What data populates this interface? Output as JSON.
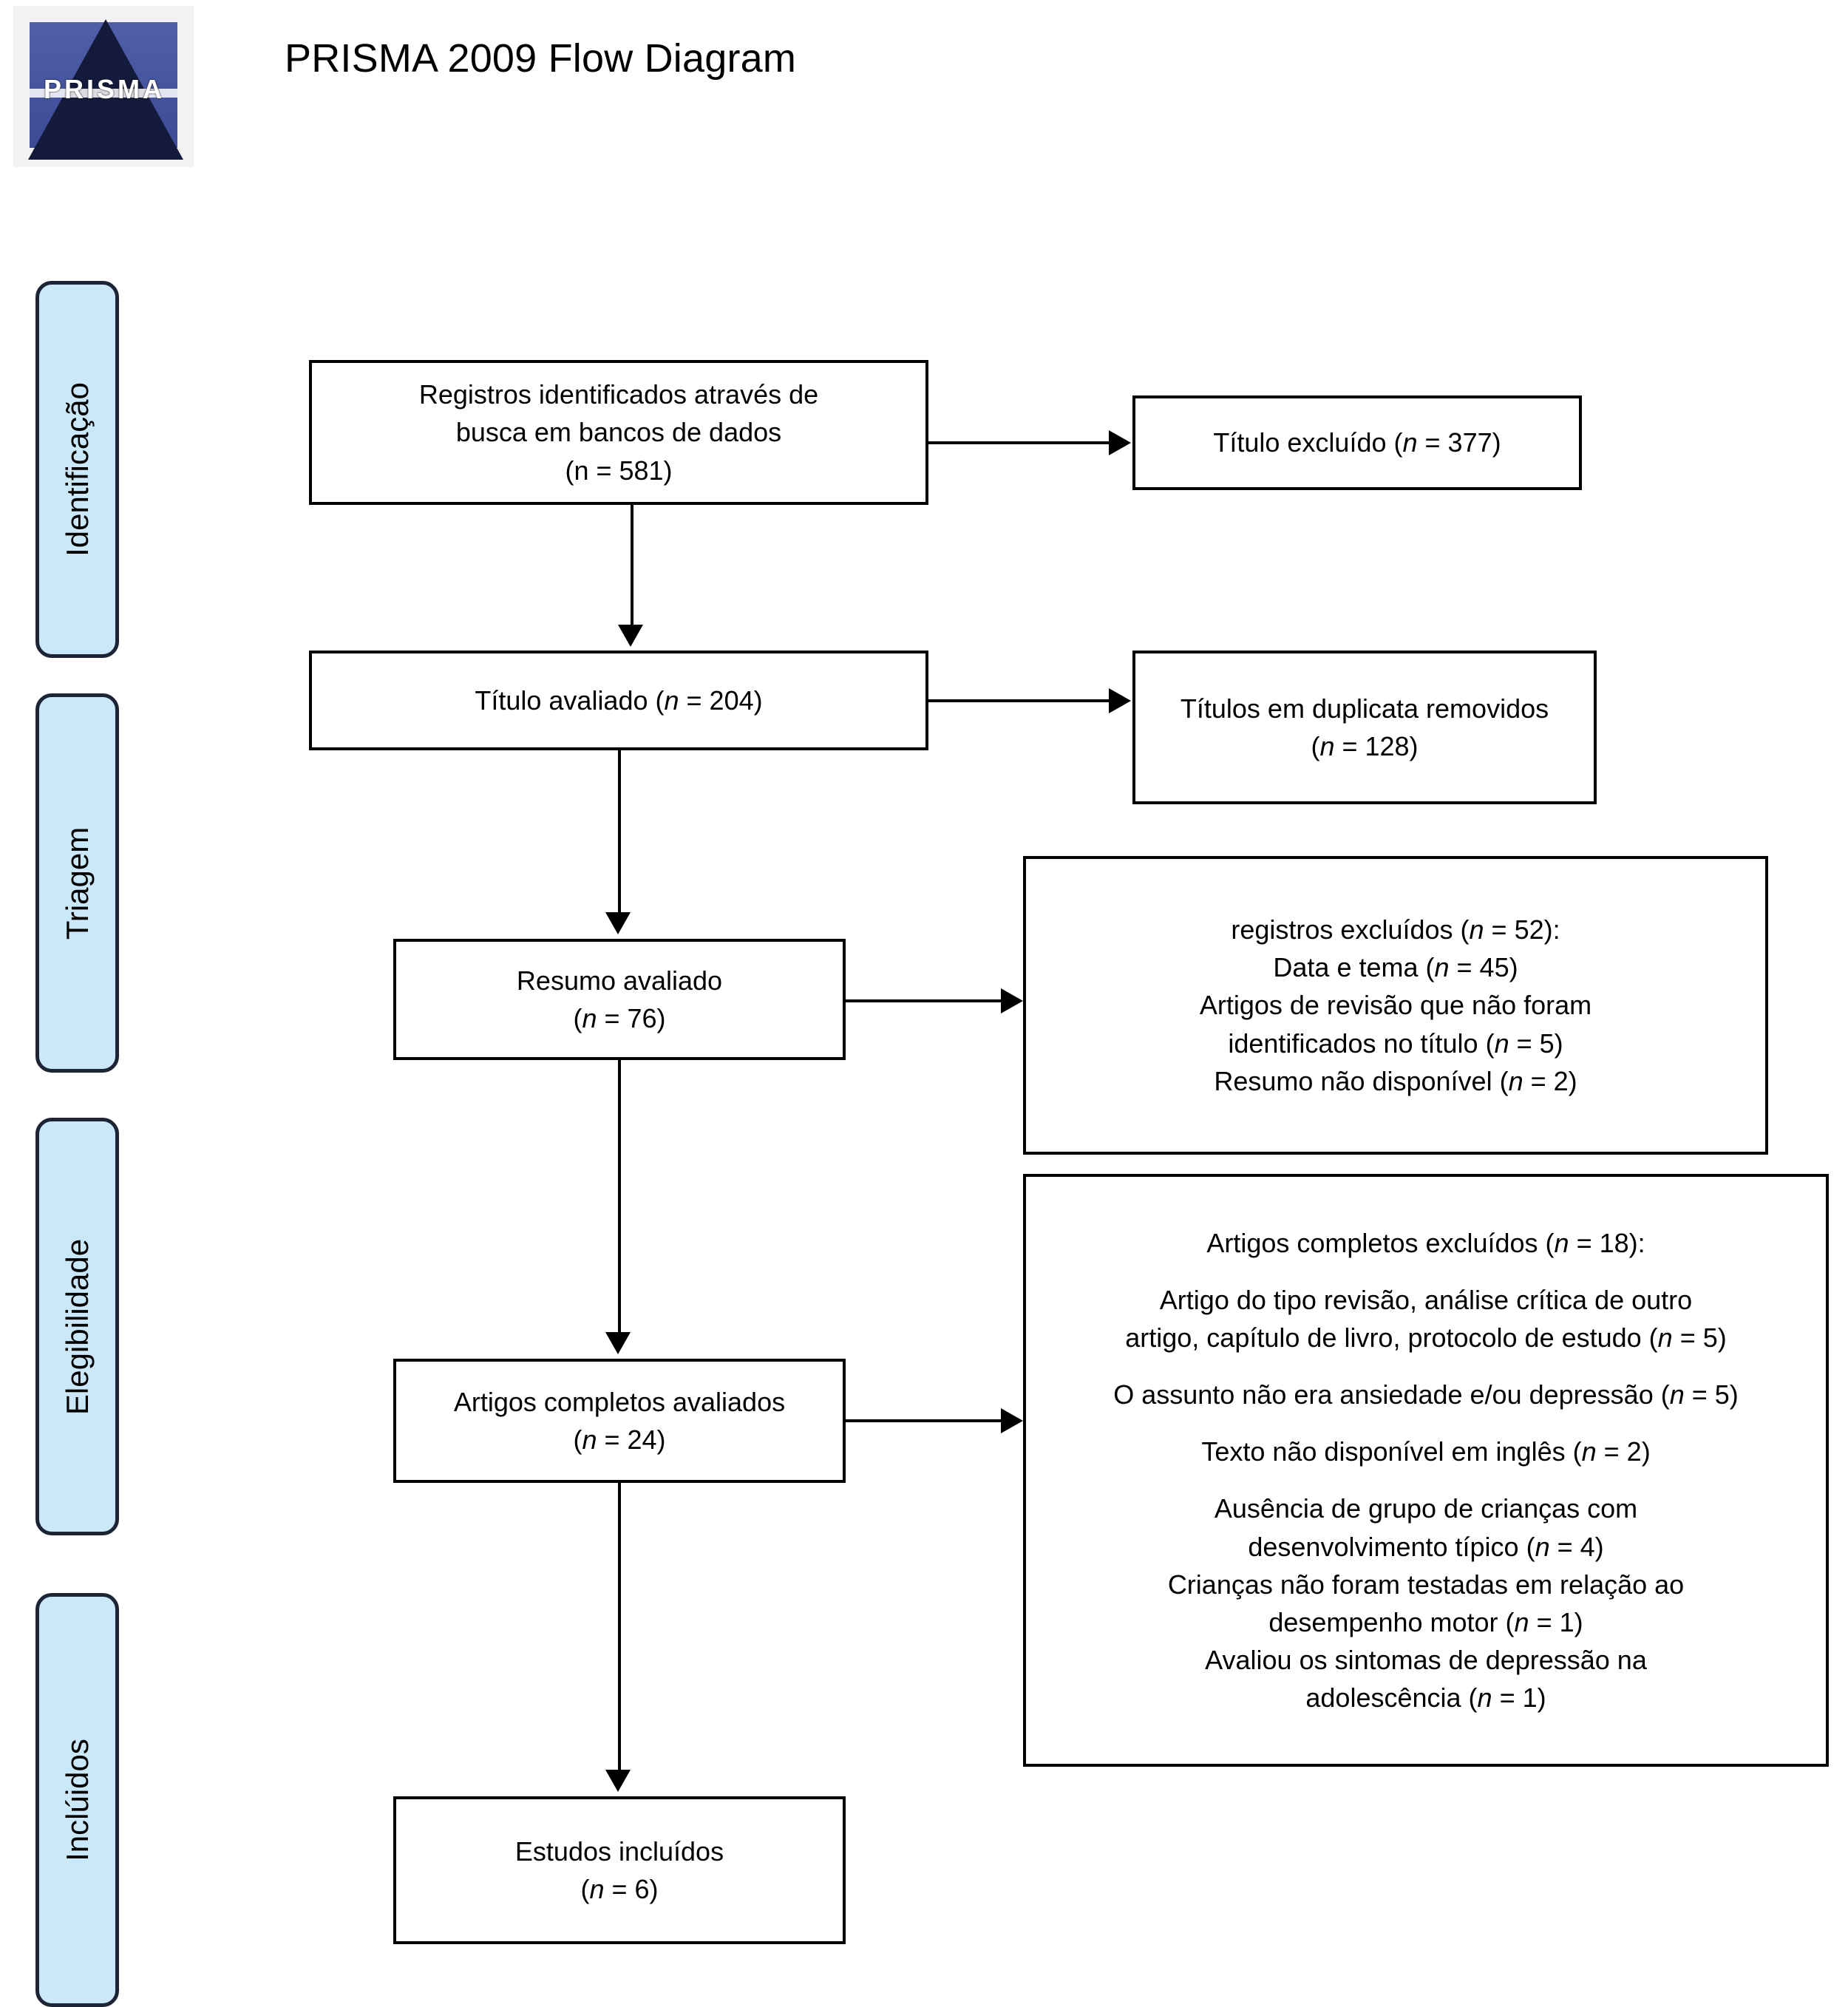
{
  "header": {
    "title": "PRISMA 2009 Flow Diagram",
    "logo_wordmark": "PRISMA",
    "logo_alt": "prisma-logo"
  },
  "stages": [
    {
      "key": "identificacao",
      "label": "Identificação"
    },
    {
      "key": "triagem",
      "label": "Triagem"
    },
    {
      "key": "elegibilidade",
      "label": "Elegibilidade"
    },
    {
      "key": "incluidos",
      "label": "Inclúidos"
    }
  ],
  "boxes": {
    "records_identified": {
      "line1": "Registros identificados através de",
      "line2": "busca em bancos de dados",
      "line3": "(n = 581)"
    },
    "title_excluded": {
      "text_before": "Título excluído (",
      "n": "n",
      "text_after": " = 377)"
    },
    "title_screened": {
      "text_before": "Título avaliado (",
      "n": "n",
      "text_after": " = 204)"
    },
    "duplicates_removed": {
      "line1": "Títulos em duplicata removidos",
      "line2_before": "(",
      "line2_n": "n",
      "line2_after": " = 128)"
    },
    "abstract_screened": {
      "line1": "Resumo avaliado",
      "line2_before": "(",
      "line2_n": "n",
      "line2_after": " = 76)"
    },
    "records_excluded": {
      "l1_before": "registros excluídos (",
      "l1_n": "n",
      "l1_after": " = 52):",
      "l2_before": "Data e tema (",
      "l2_n": "n",
      "l2_after": " = 45)",
      "l3": "Artigos de revisão que não foram",
      "l4_before": "identificados no título (",
      "l4_n": "n",
      "l4_after": " = 5)",
      "l5_before": "Resumo não disponível (",
      "l5_n": "n",
      "l5_after": " = 2)"
    },
    "fulltext_assessed": {
      "line1": "Artigos completos avaliados",
      "line2_before": "(",
      "line2_n": "n",
      "line2_after": " = 24)"
    },
    "fulltext_excluded": {
      "h_before": "Artigos completos excluídos (",
      "h_n": "n",
      "h_after": " = 18):",
      "r1a": "Artigo do tipo revisão, análise crítica de outro",
      "r1b_before": "artigo, capítulo de livro, protocolo de estudo (",
      "r1b_n": "n",
      "r1b_after": " = 5)",
      "r2_before": "O assunto não era ansiedade e/ou depressão (",
      "r2_n": "n",
      "r2_after": " = 5)",
      "r3_before": "Texto não disponível em inglês (",
      "r3_n": "n",
      "r3_after": " = 2)",
      "r4a": "Ausência de grupo de crianças com",
      "r4b_before": "desenvolvimento típico (",
      "r4b_n": "n",
      "r4b_after": " = 4)",
      "r5a": "Crianças não foram testadas em relação ao",
      "r5b_before": "desempenho motor (",
      "r5b_n": "n",
      "r5b_after": " = 1)",
      "r6a": "Avaliou os sintomas de depressão na",
      "r6b_before": "adolescência  (",
      "r6b_n": "n",
      "r6b_after": " = 1)"
    },
    "studies_included": {
      "line1": "Estudos incluídos",
      "line2_before": "(",
      "line2_n": "n",
      "line2_after": " = 6)"
    }
  },
  "colors": {
    "stage_fill": "#cbe8fa",
    "stage_border": "#1c2435",
    "box_border": "#000000",
    "logo_blue": "#3c4b95"
  }
}
